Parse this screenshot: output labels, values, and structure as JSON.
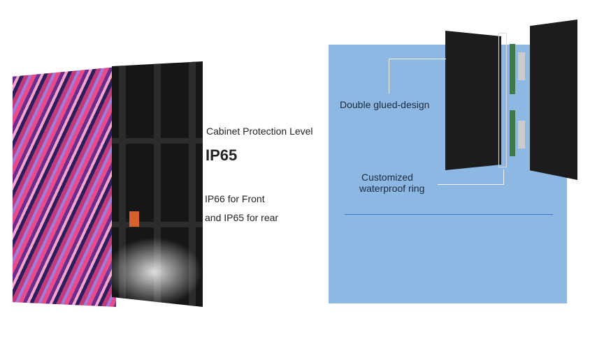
{
  "left": {
    "heading": "Cabinet Protection Level",
    "level": "IP65",
    "detail_line1": "IP66 for Front",
    "detail_line2": "and IP65 for rear"
  },
  "right": {
    "label_top": "Double glued-design",
    "label_bottom_line1": "Customized",
    "label_bottom_line2": "waterproof ring"
  },
  "colors": {
    "panel_bg": "#8cb8e3",
    "divider": "#2f78c4"
  }
}
